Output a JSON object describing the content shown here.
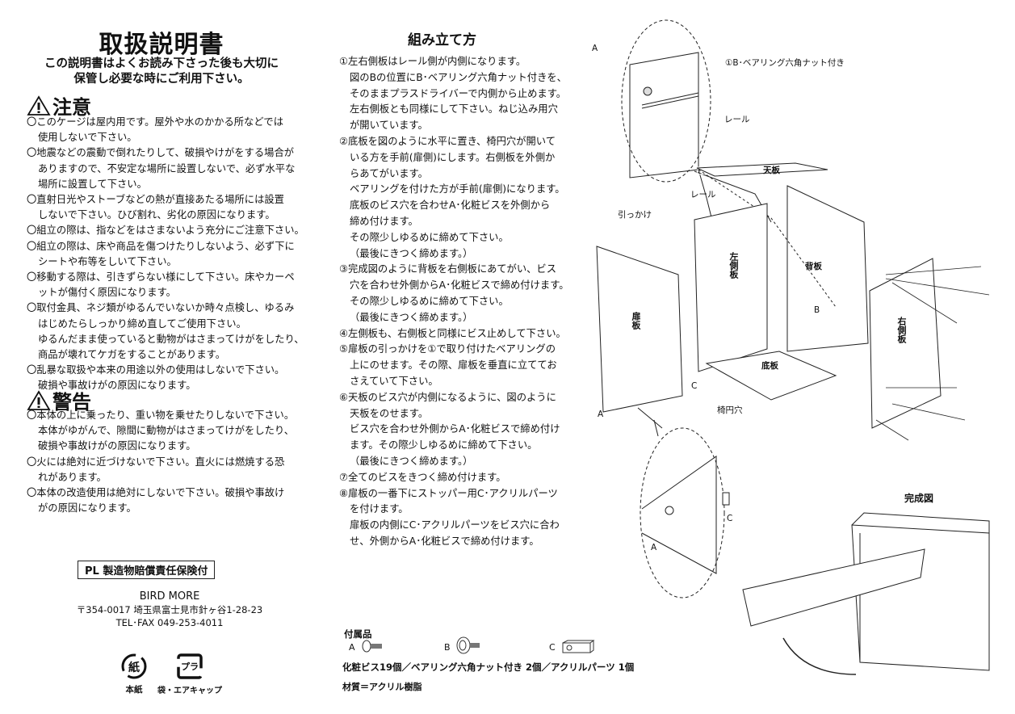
{
  "header": {
    "title": "取扱説明書",
    "subtitle_lines": [
      "この説明書はよくお読み下さった後も大切に",
      "保管し必要な時にご利用下さい。"
    ]
  },
  "caution": {
    "heading": "注意",
    "icon": "warning-triangle-icon",
    "items": [
      [
        "〇このケージは屋内用です。屋外や水のかかる所などでは",
        "使用しないで下さい。"
      ],
      [
        "〇地震などの震動で倒れたりして、破損やけがをする場合が",
        "ありますので、不安定な場所に設置しないで、必ず水平な",
        "場所に設置して下さい。"
      ],
      [
        "〇直射日光やストーブなどの熱が直接あたる場所には設置",
        "しないで下さい。ひび割れ、劣化の原因になります。"
      ],
      [
        "〇組立の際は、指などをはさまないよう充分にご注意下さい。"
      ],
      [
        "〇組立の際は、床や商品を傷つけたりしないよう、必ず下に",
        "シートや布等をしいて下さい。"
      ],
      [
        "〇移動する際は、引きずらない様にして下さい。床やカーペ",
        "ットが傷付く原因になります。"
      ],
      [
        "〇取付金具、ネジ類がゆるんでいないか時々点検し、ゆるみ",
        "はじめたらしっかり締め直してご使用下さい。",
        "ゆるんだまま使っていると動物がはさまってけがをしたり、",
        "商品が壊れてケガをすることがあります。"
      ],
      [
        "〇乱暴な取扱や本来の用途以外の使用はしないで下さい。",
        "破損や事故けがの原因になります。"
      ]
    ]
  },
  "warning": {
    "heading": "警告",
    "icon": "warning-triangle-icon",
    "items": [
      [
        "〇本体の上に乗ったり、重い物を乗せたりしないで下さい。",
        "本体がゆがんで、隙間に動物がはさまってけがをしたり、",
        "破損や事故けがの原因になります。"
      ],
      [
        "〇火には絶対に近づけないで下さい。直火には燃焼する恐",
        "れがあります。"
      ],
      [
        "〇本体の改造使用は絶対にしないで下さい。破損や事故け",
        "がの原因になります。"
      ]
    ]
  },
  "footer": {
    "pl_label": "PL 製造物賠償責任保険付",
    "company": "BIRD MORE",
    "address": "〒354-0017 埼玉県富士見市針ヶ谷1-28-23",
    "tel": "TEL･FAX 049-253-4011",
    "recycle_paper_mark": "紙",
    "recycle_paper_label": "本紙",
    "recycle_plastic_mark": "プラ",
    "recycle_plastic_label": "袋・エアキャップ"
  },
  "assembly": {
    "title": "組み立て方",
    "steps": [
      [
        "①左右側板はレール側が内側になります。",
        "図のBの位置にB･ベアリング六角ナット付きを、",
        "そのままプラスドライバーで内側から止めます。",
        "左右側板とも同様にして下さい。ねじ込み用穴",
        "が開いています。"
      ],
      [
        "②底板を図のように水平に置き、椅円穴が開いて",
        "いる方を手前(扉側)にします。右側板を外側か",
        "らあてがいます。",
        "ベアリングを付けた方が手前(扉側)になります。",
        "底板のビス穴を合わせA･化粧ビスを外側から",
        "締め付けます。",
        "その際少しゆるめに締めて下さい。",
        "（最後にきつく締めます。）"
      ],
      [
        "③完成図のように背板を右側板にあてがい、ビス",
        "穴を合わせ外側からA･化粧ビスで締め付けます。",
        "その際少しゆるめに締めて下さい。",
        "（最後にきつく締めます。）"
      ],
      [
        "④左側板も、右側板と同様にビス止めして下さい。"
      ],
      [
        "⑤扉板の引っかけを①で取り付けたベアリングの",
        "上にのせます。その際、扉板を垂直に立ててお",
        "さえていて下さい。"
      ],
      [
        "⑥天板のビス穴が内側になるように、図のように",
        "天板をのせます。",
        "ビス穴を合わせ外側からA･化粧ビスで締め付け",
        "ます。その際少しゆるめに締めて下さい。",
        "（最後にきつく締めます。）"
      ],
      [
        "⑦全てのビスをきつく締め付けます。"
      ],
      [
        "⑧扉板の一番下にストッパー用C･アクリルパーツ",
        "を付けます。",
        "扉板の内側にC･アクリルパーツをビス穴に合わ",
        "せ、外側からA･化粧ビスで締め付けます。"
      ]
    ]
  },
  "accessories": {
    "heading": "付属品",
    "a": "A",
    "b": "B",
    "c": "C",
    "summary": "化粧ビス19個／ベアリング六角ナット付き 2個／アクリルパーツ 1個",
    "material": "材質＝アクリル樹脂"
  },
  "diagram": {
    "detail_a": "A",
    "bearing_label": "①B･ベアリング六角ナット付き",
    "rail_label": "レール",
    "top_panel": "天板",
    "rail_label2": "レール",
    "hook_label": "引っかけ",
    "left_panel": "左側板",
    "back_panel": "背板",
    "right_panel": "右側板",
    "door_panel": "扉板",
    "bottom_panel": "底板",
    "oval_hole": "椅円穴",
    "b_label": "B",
    "c_label": "C",
    "a_label": "A",
    "c_detail": "C",
    "a_detail": "A",
    "completed": "完成図"
  }
}
